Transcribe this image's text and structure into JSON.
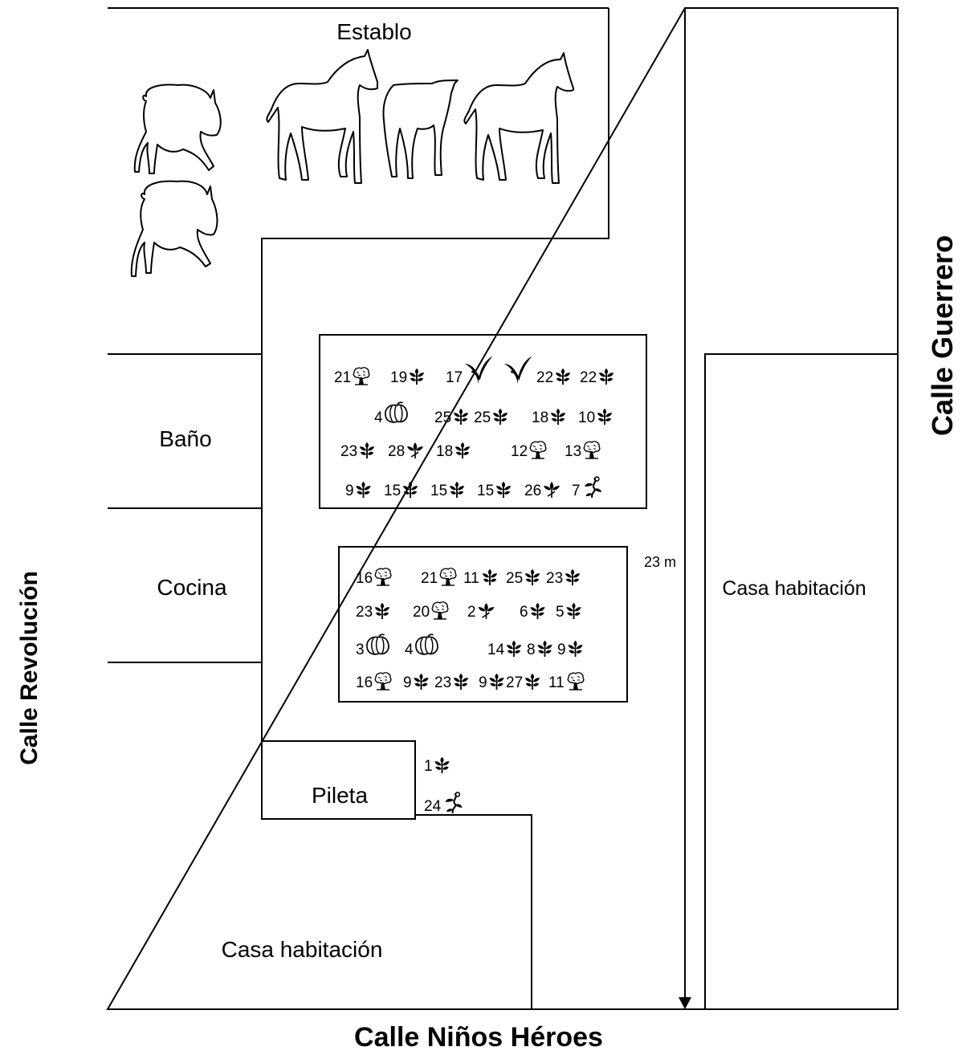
{
  "areas": {
    "stable": "Establo",
    "bathroom": "Baño",
    "kitchen": "Cocina",
    "sink": "Pileta",
    "house_bottom": "Casa habitación",
    "house_right": "Casa habitación"
  },
  "streets": {
    "right": "Calle Guerrero",
    "left": "Calle Revolución",
    "bottom": "Calle Niños Héroes"
  },
  "dimension_label": "23 m",
  "animals": [
    "pig",
    "pig",
    "horse",
    "horse",
    "horse"
  ],
  "plot1": [
    [
      {
        "n": "21",
        "icon": "tree"
      },
      {
        "n": "19",
        "icon": "leaf"
      },
      {
        "n": "17",
        "icon": "sprout-large"
      },
      {
        "n": "",
        "icon": "sprout-large"
      },
      {
        "n": "22",
        "icon": "leaf"
      },
      {
        "n": "22",
        "icon": "leaf"
      }
    ],
    [
      {
        "n": "4",
        "icon": "pumpkin"
      },
      {
        "n": "25",
        "icon": "leaf"
      },
      {
        "n": "25",
        "icon": "leaf"
      },
      {
        "n": "18",
        "icon": "leaf"
      },
      {
        "n": "10",
        "icon": "leaf"
      }
    ],
    [
      {
        "n": "23",
        "icon": "leaf"
      },
      {
        "n": "28",
        "icon": "flower"
      },
      {
        "n": "18",
        "icon": "leaf"
      },
      {
        "n": "12",
        "icon": "tree"
      },
      {
        "n": "13",
        "icon": "tree"
      }
    ],
    [
      {
        "n": "9",
        "icon": "leaf"
      },
      {
        "n": "15",
        "icon": "leaf"
      },
      {
        "n": "15",
        "icon": "leaf"
      },
      {
        "n": "15",
        "icon": "leaf"
      },
      {
        "n": "26",
        "icon": "flower"
      },
      {
        "n": "7",
        "icon": "vine"
      }
    ]
  ],
  "plot2": [
    [
      {
        "n": "16",
        "icon": "tree"
      },
      {
        "n": "21",
        "icon": "tree"
      },
      {
        "n": "11",
        "icon": "leaf"
      },
      {
        "n": "25",
        "icon": "leaf"
      },
      {
        "n": "23",
        "icon": "leaf"
      }
    ],
    [
      {
        "n": "23",
        "icon": "leaf"
      },
      {
        "n": "20",
        "icon": "tree"
      },
      {
        "n": "2",
        "icon": "flower"
      },
      {
        "n": "6",
        "icon": "leaf"
      },
      {
        "n": "5",
        "icon": "leaf"
      }
    ],
    [
      {
        "n": "3",
        "icon": "pumpkin"
      },
      {
        "n": "4",
        "icon": "pumpkin"
      },
      {
        "n": "14",
        "icon": "leaf"
      },
      {
        "n": "8",
        "icon": "leaf"
      },
      {
        "n": "9",
        "icon": "leaf"
      }
    ],
    [
      {
        "n": "16",
        "icon": "tree"
      },
      {
        "n": "9",
        "icon": "leaf"
      },
      {
        "n": "23",
        "icon": "leaf"
      },
      {
        "n": "9",
        "icon": "leaf"
      },
      {
        "n": "27",
        "icon": "leaf"
      },
      {
        "n": "11",
        "icon": "tree"
      }
    ]
  ],
  "loose": [
    {
      "n": "1",
      "icon": "leaf"
    },
    {
      "n": "24",
      "icon": "vine"
    }
  ]
}
